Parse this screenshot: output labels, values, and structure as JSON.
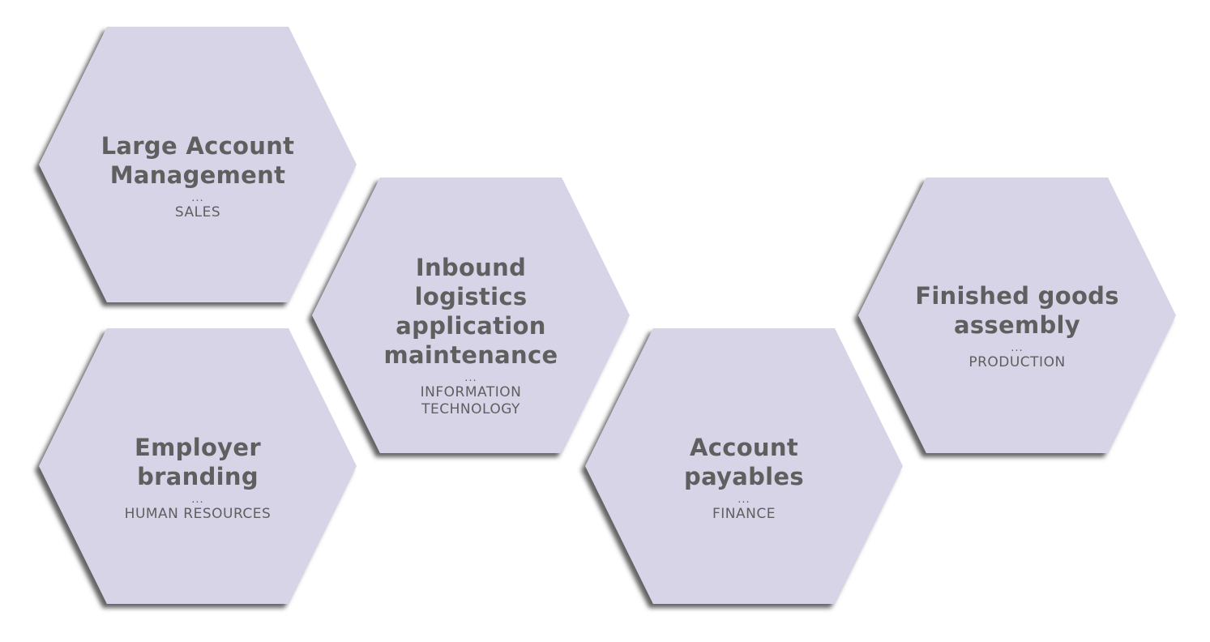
{
  "diagram": {
    "colors": {
      "hex_fill": "#d8d4e8",
      "text": "#5f5f5f",
      "background": "#ffffff"
    },
    "separator": "...",
    "hexagons": [
      {
        "title_lines": [
          "Large Account",
          "Management"
        ],
        "department_lines": [
          "SALES"
        ]
      },
      {
        "title_lines": [
          "Inbound",
          "logistics",
          "application",
          "maintenance"
        ],
        "department_lines": [
          "INFORMATION",
          "TECHNOLOGY"
        ]
      },
      {
        "title_lines": [
          "Employer",
          "branding"
        ],
        "department_lines": [
          "HUMAN RESOURCES"
        ]
      },
      {
        "title_lines": [
          "Account",
          "payables"
        ],
        "department_lines": [
          "FINANCE"
        ]
      },
      {
        "title_lines": [
          "Finished goods",
          "assembly"
        ],
        "department_lines": [
          "PRODUCTION"
        ]
      }
    ]
  }
}
